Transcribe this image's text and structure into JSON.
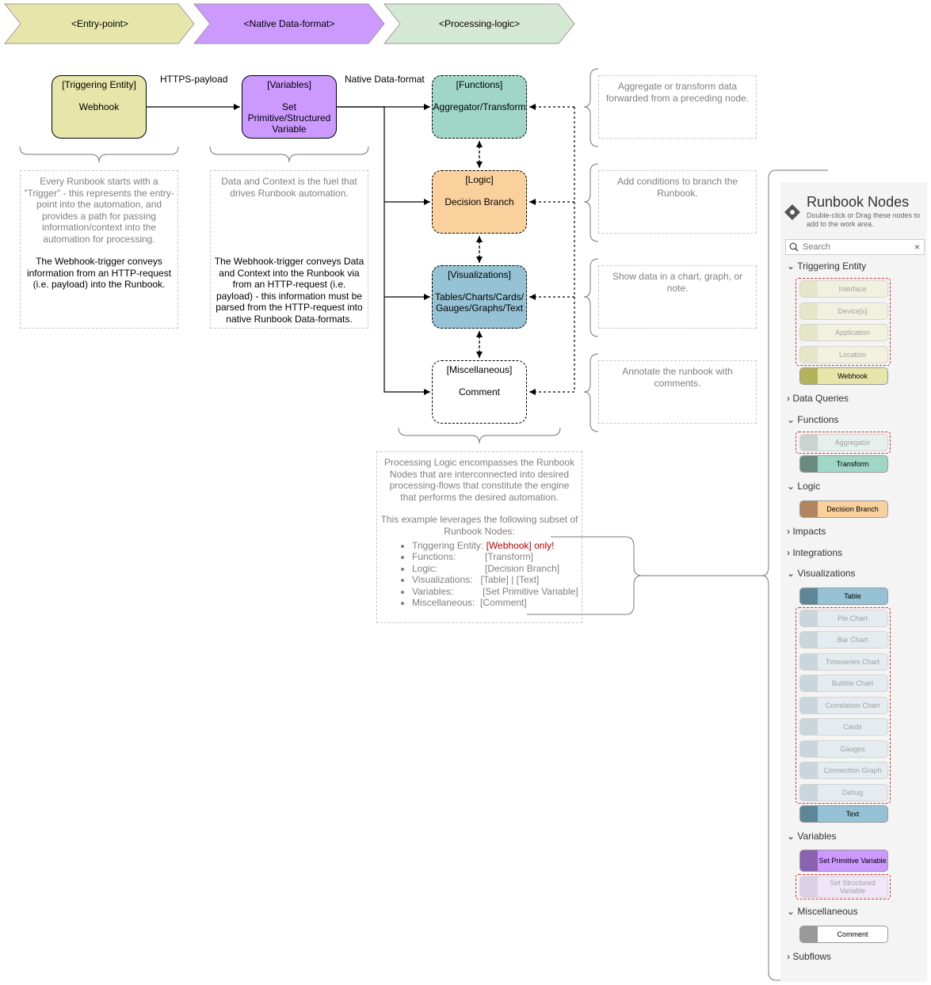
{
  "header": {
    "entry": "<Entry-point>",
    "native": "<Native Data-format>",
    "processing": "<Processing-logic>"
  },
  "colors": {
    "entry": "#e6e6aa",
    "native": "#cc99ff",
    "processing": "#d5e8d4",
    "functions": "#9fd6c6",
    "logic": "#fad09c",
    "visualizations": "#95c2d4",
    "variables": "#cc99ff"
  },
  "edges": {
    "https": "HTTPS-payload",
    "native": "Native Data-format"
  },
  "nodes": {
    "trigger": {
      "cat": "[Triggering Entity]",
      "name": "Webhook"
    },
    "variables": {
      "cat": "[Variables]",
      "name": "Set Primitive/Structured Variable"
    },
    "functions": {
      "cat": "[Functions]",
      "name": "Aggregator/Transform"
    },
    "logic": {
      "cat": "[Logic]",
      "name": "Decision Branch"
    },
    "visualizations": {
      "cat": "[Visualizations]",
      "name": "Tables/Charts/Cards/ Gauges/Graphs/Text"
    },
    "misc": {
      "cat": "[Miscellaneous]",
      "name": "Comment"
    }
  },
  "notes": {
    "entry_p1": "Every Runbook starts with a \"Trigger\" - this represents the entry-point into the automation, and provides a path for passing information/context into the automation for processing.",
    "entry_p2": "The Webhook-trigger conveys information from an HTTP-request (i.e. payload) into the Runbook.",
    "native_p1": "Data and Context is the fuel that drives Runbook automation.",
    "native_p2": "The Webhook-trigger conveys Data and Context into the Runbook via from an HTTP-request (i.e. payload) - this information must be parsed from the HTTP-request into native Runbook Data-formats.",
    "functions": "Aggregate or transform data forwarded from a preceding node.",
    "logic": "Add conditions to branch the Runbook.",
    "visualizations": "Show data in a chart, graph, or note.",
    "misc": "Annotate the runbook with comments.",
    "processing_p1": "Processing Logic encompasses the Runbook Nodes that are interconnected into desired processing-flows that constitute the engine that performs the desired automation.",
    "processing_p2": "This example leverages the following subset of Runbook Nodes:",
    "subset": [
      {
        "label": "Triggering Entity:",
        "value": "[Webhook] only!"
      },
      {
        "label": "Functions:",
        "value": "[Transform]"
      },
      {
        "label": "Logic:",
        "value": "[Decision Branch]"
      },
      {
        "label": "Visualizations:",
        "value": "[Table] | [Text]"
      },
      {
        "label": "Variables:",
        "value": "[Set Primitive Variable]"
      },
      {
        "label": "Miscellaneous:",
        "value": "[Comment]"
      }
    ]
  },
  "panel": {
    "title": "Runbook Nodes",
    "subtitle": "Double-click or Drag these nodes to add to the work area.",
    "search_placeholder": "Search",
    "clear": "×",
    "sections": {
      "triggering": "Triggering Entity",
      "data_queries": "Data Queries",
      "functions": "Functions",
      "logic": "Logic",
      "impacts": "Impacts",
      "integrations": "Integrations",
      "visualizations": "Visualizations",
      "variables": "Variables",
      "misc": "Miscellaneous",
      "subflows": "Subflows"
    },
    "items": {
      "interface": "Interface",
      "devices": "Device[s]",
      "application": "Application",
      "location": "Location",
      "webhook": "Webhook",
      "aggregator": "Aggregator",
      "transform": "Transform",
      "decision": "Decision Branch",
      "table": "Table",
      "pie": "Pie Chart",
      "bar": "Bar Chart",
      "timeseries": "Timeseries Chart",
      "bubble": "Bubble Chart",
      "correlation": "Correlation Chart",
      "cards": "Cards",
      "gauges": "Gauges",
      "connection": "Connection Graph",
      "debug": "Debug",
      "text": "Text",
      "set_primitive": "Set Primitive Variable",
      "set_structured": "Set Structured Variable",
      "comment": "Comment"
    }
  }
}
